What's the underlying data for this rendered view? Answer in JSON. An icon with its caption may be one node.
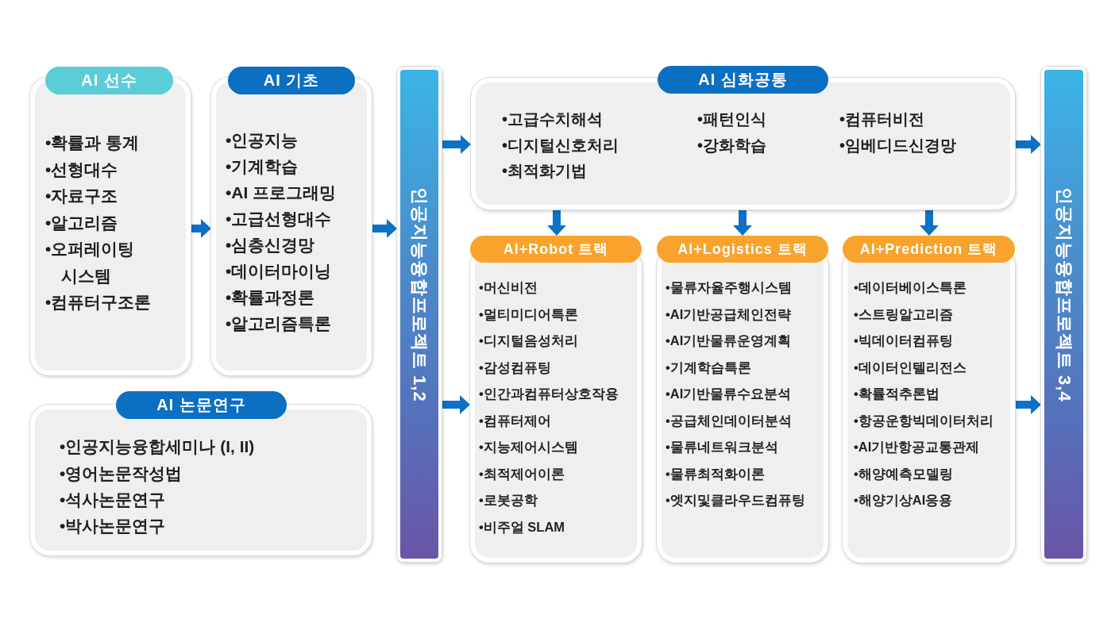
{
  "diagram": {
    "nodes": [
      {
        "text": [
          "AI 선수",
          "•확률과 통계",
          "•선형대수",
          "•자료구조",
          "•알고리즘",
          "•오퍼레이팅 시스템",
          "•컴퓨터구조론"
        ]
      },
      {
        "text": [
          "AI 기초",
          "•인공지능",
          "•기계학습",
          "•AI 프로그래밍",
          "•고급선형대수",
          "•심층신경망",
          "•데이터마이닝",
          "•확률과정론",
          "•알고리즘특론"
        ]
      },
      {
        "text": [
          "AI 논문연구",
          "•인공지능융합세미나 (I, II)",
          "•영어논문작성법",
          "•석사논문연구",
          "•박사논문연구"
        ]
      },
      {
        "text": [
          "인공지능융합프로젝트 1,2"
        ]
      },
      {
        "text": [
          "AI 심화공통",
          "•고급수치해석",
          "•디지털신호처리",
          "•최적화기법",
          "•패턴인식",
          "•강화학습",
          "•컴퓨터비전",
          "•임베디드신경망"
        ]
      },
      {
        "text": [
          "AI+Robot 트랙",
          "•머신비전",
          "•멀티미디어특론",
          "•디지털음성처리",
          "•감성컴퓨팅",
          "•인간과컴퓨터상호작용",
          "•컴퓨터제어",
          "•지능제어시스템",
          "•최적제어이론",
          "•로봇공학",
          "•비주얼 SLAM"
        ]
      },
      {
        "text": [
          "AI+Logistics 트랙",
          "•물류자율주행시스템",
          "•AI기반공급체인전략",
          "•AI기반물류운영계획",
          "•기계학습특론",
          "•AI기반물류수요분석",
          "•공급체인데이터분석",
          "•물류네트워크분석",
          "•물류최적화이론",
          "•엣지및클라우드컴퓨팅"
        ]
      },
      {
        "text": [
          "AI+Prediction 트랙",
          "•데이터베이스특론",
          "•스트링알고리즘",
          "•빅데이터컴퓨팅",
          "•데이터인텔리전스",
          "•확률적추론법",
          "•항공운항빅데이터처리",
          "•AI기반항공교통관제",
          "•해양예측모델링",
          "•해양기상AI응용"
        ]
      },
      {
        "text": [
          "인공지능융합프로젝트 3,4"
        ]
      }
    ],
    "edges": [
      {
        "from": 0,
        "to": 1,
        "arrow": "to"
      },
      {
        "from": 1,
        "to": 3,
        "arrow": "to"
      },
      {
        "from": 3,
        "to": 4,
        "arrow": "to"
      },
      {
        "from": 3,
        "to": 5,
        "arrow": "to"
      },
      {
        "from": 4,
        "to": 5,
        "arrow": "to"
      },
      {
        "from": 4,
        "to": 6,
        "arrow": "to"
      },
      {
        "from": 4,
        "to": 7,
        "arrow": "to"
      },
      {
        "from": 4,
        "to": 8,
        "arrow": "to"
      },
      {
        "from": 7,
        "to": 8,
        "arrow": "to"
      }
    ]
  }
}
